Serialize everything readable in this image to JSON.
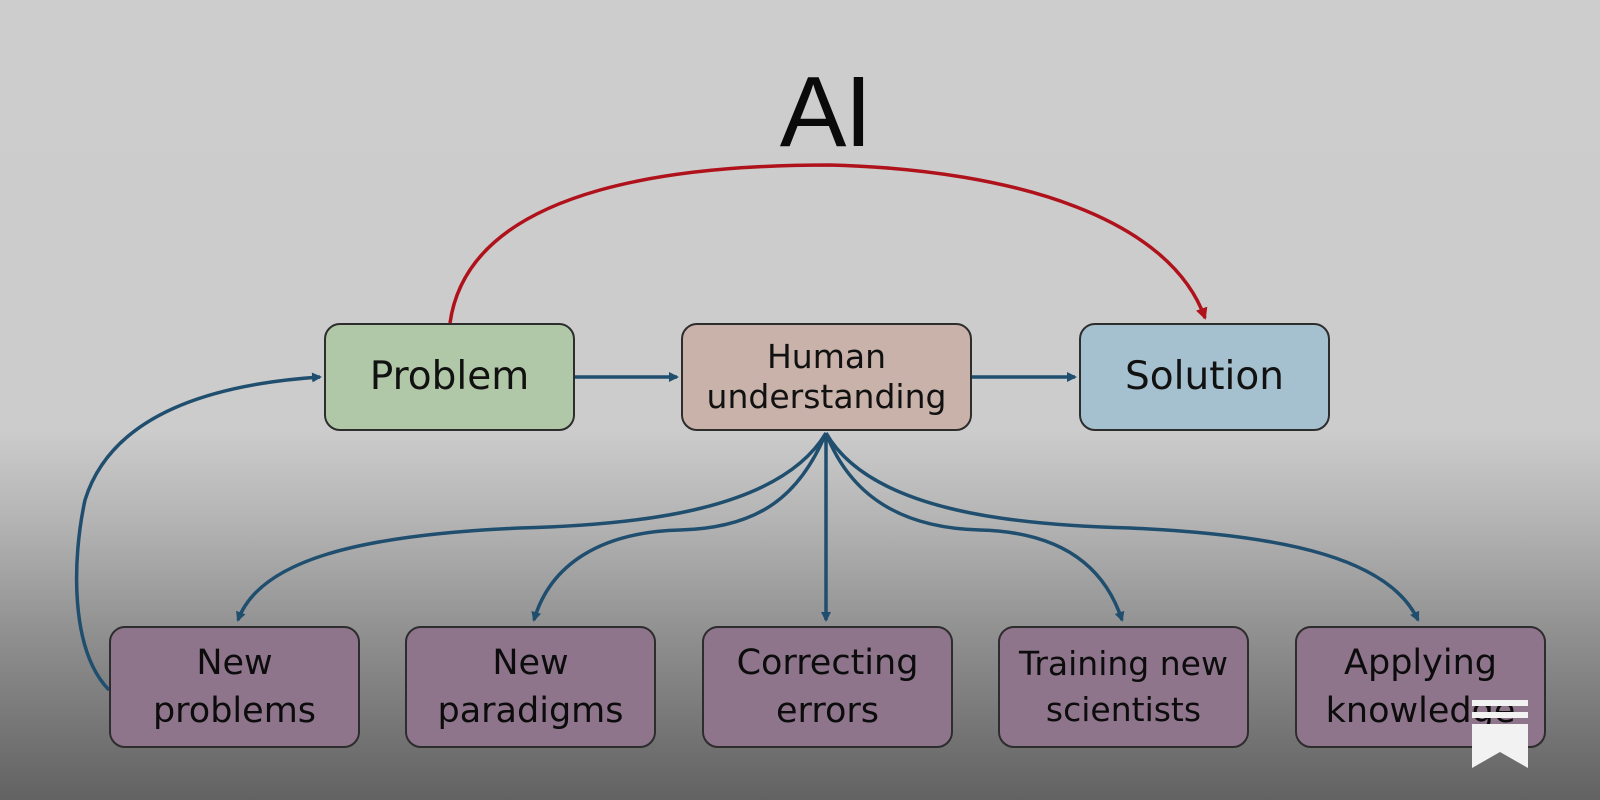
{
  "title": "AI",
  "nodes": {
    "problem": "Problem",
    "human_line1": "Human",
    "human_line2": "understanding",
    "solution": "Solution",
    "new_problems_line1": "New",
    "new_problems_line2": "problems",
    "new_paradigms_line1": "New",
    "new_paradigms_line2": "paradigms",
    "correcting_line1": "Correcting",
    "correcting_line2": "errors",
    "training_line1": "Training new",
    "training_line2": "scientists",
    "applying_line1": "Applying",
    "applying_line2": "knowledge"
  },
  "colors": {
    "ai_arrow": "#b0121b",
    "flow_arrow": "#1f4e6e",
    "problem_fill": "#b0c8a7",
    "human_fill": "#c8b2a9",
    "solution_fill": "#a5c0ce",
    "outcome_fill": "#8f758c"
  },
  "icons": [
    "bookmark-icon"
  ]
}
